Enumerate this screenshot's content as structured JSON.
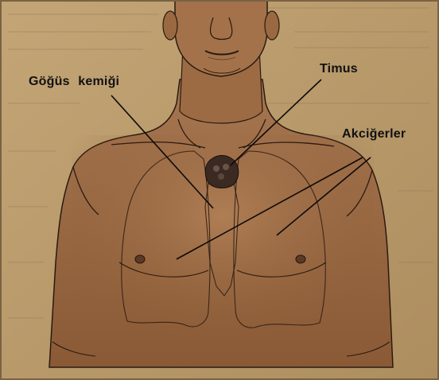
{
  "labels": {
    "sternum": "Göğüs kemiği",
    "thymus": "Timus",
    "lungs": "Akciğerler"
  },
  "colors": {
    "background_paper": "#b89a6a",
    "skin": "#9a6a42",
    "outline": "#2a1a10",
    "label_text": "#111111"
  }
}
